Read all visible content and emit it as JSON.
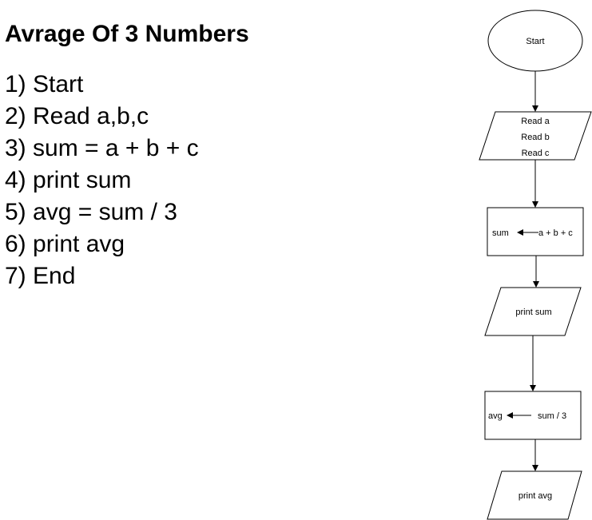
{
  "algorithm": {
    "title": "Avrage Of 3 Numbers",
    "steps": [
      "1) Start",
      "2) Read a,b,c",
      "3) sum = a + b + c",
      "4) print sum",
      "5) avg = sum / 3",
      "6) print avg",
      "7) End"
    ]
  },
  "flowchart": {
    "start_label": "Start",
    "input_lines": [
      "Read a",
      "Read b",
      "Read c"
    ],
    "sum_process": {
      "target": "sum",
      "expression": "a + b + c"
    },
    "print_sum_label": "print sum",
    "avg_process": {
      "target": "avg",
      "expression": "sum / 3"
    },
    "print_avg_label": "print avg"
  }
}
